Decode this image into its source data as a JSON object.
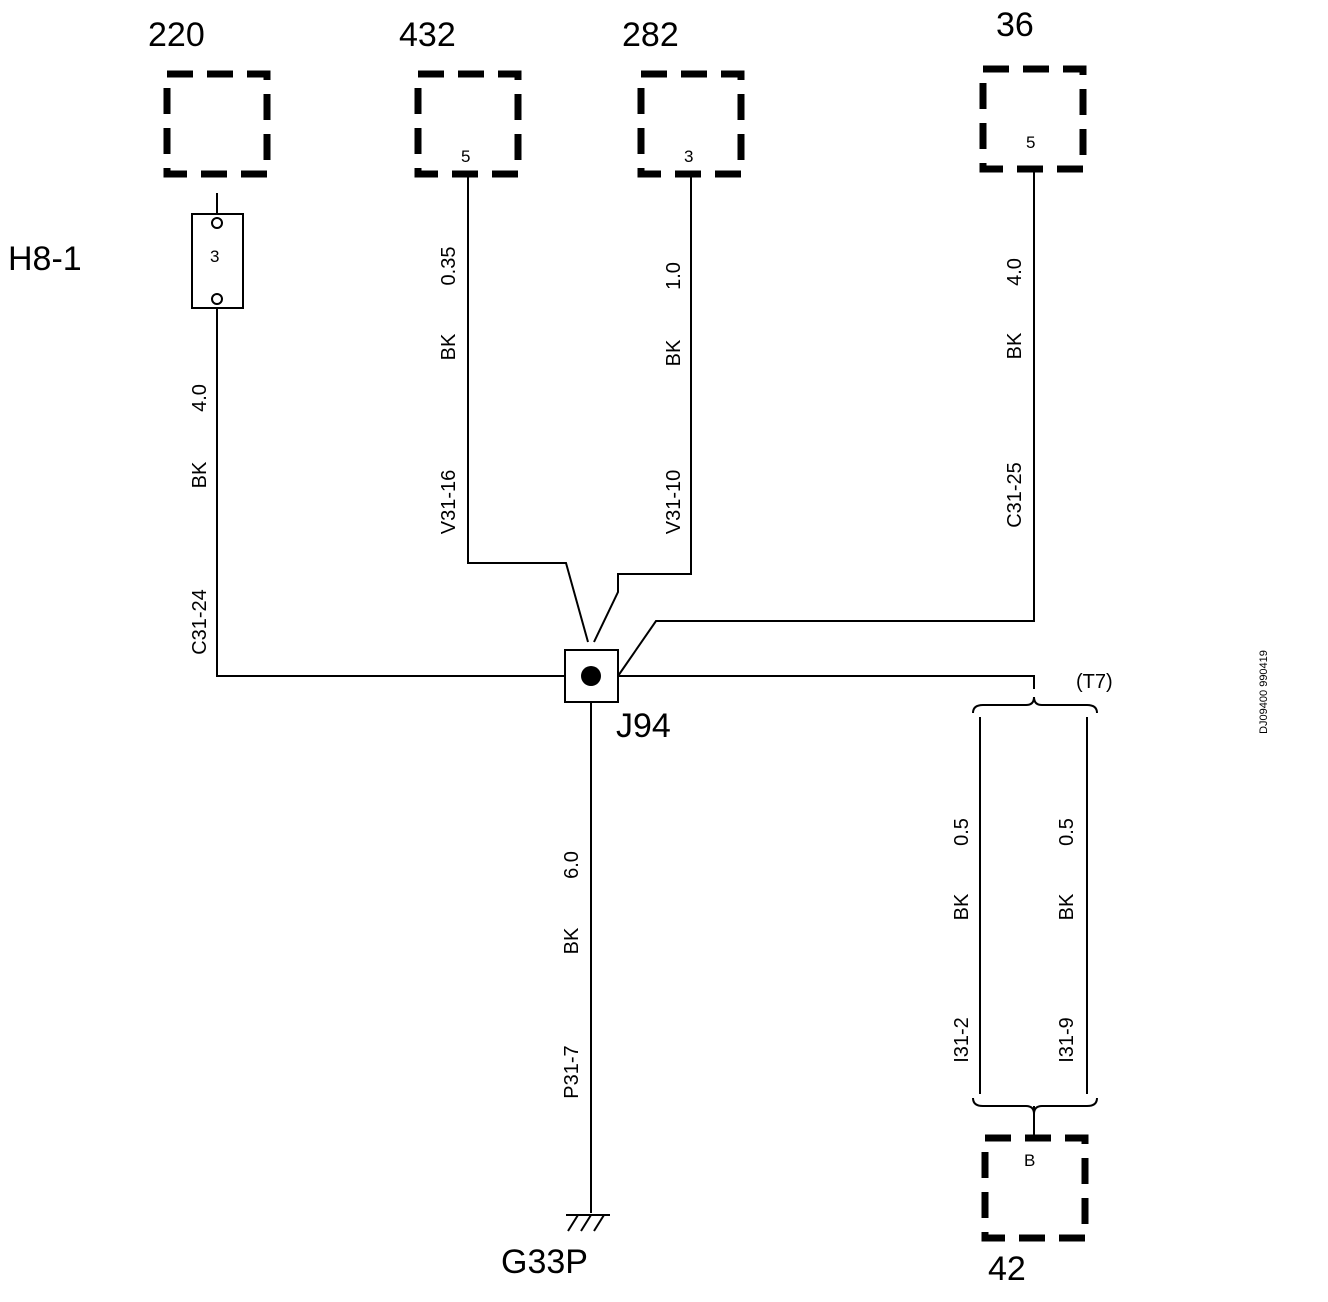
{
  "page": {
    "code": "H8-1",
    "drawing_id": "DJ09400 990419"
  },
  "components": {
    "c220": {
      "id": "220",
      "pin": ""
    },
    "c432": {
      "id": "432",
      "pin": "5"
    },
    "c282": {
      "id": "282",
      "pin": "3"
    },
    "c36": {
      "id": "36",
      "pin": "5"
    },
    "c42": {
      "id": "42",
      "pin": "B"
    }
  },
  "fuse": {
    "number": "3"
  },
  "splice": {
    "id": "J94"
  },
  "ground": {
    "id": "G33P"
  },
  "harness": {
    "id": "(T7)"
  },
  "wires": {
    "w220": {
      "size": "4.0",
      "color": "BK",
      "code": "C31-24"
    },
    "w432": {
      "size": "0.35",
      "color": "BK",
      "code": "V31-16"
    },
    "w282": {
      "size": "1.0",
      "color": "BK",
      "code": "V31-10"
    },
    "w36": {
      "size": "4.0",
      "color": "BK",
      "code": "C31-25"
    },
    "wg": {
      "size": "6.0",
      "color": "BK",
      "code": "P31-7"
    },
    "wl": {
      "size": "0.5",
      "color": "BK",
      "code": "I31-2"
    },
    "wr": {
      "size": "0.5",
      "color": "BK",
      "code": "I31-9"
    }
  }
}
